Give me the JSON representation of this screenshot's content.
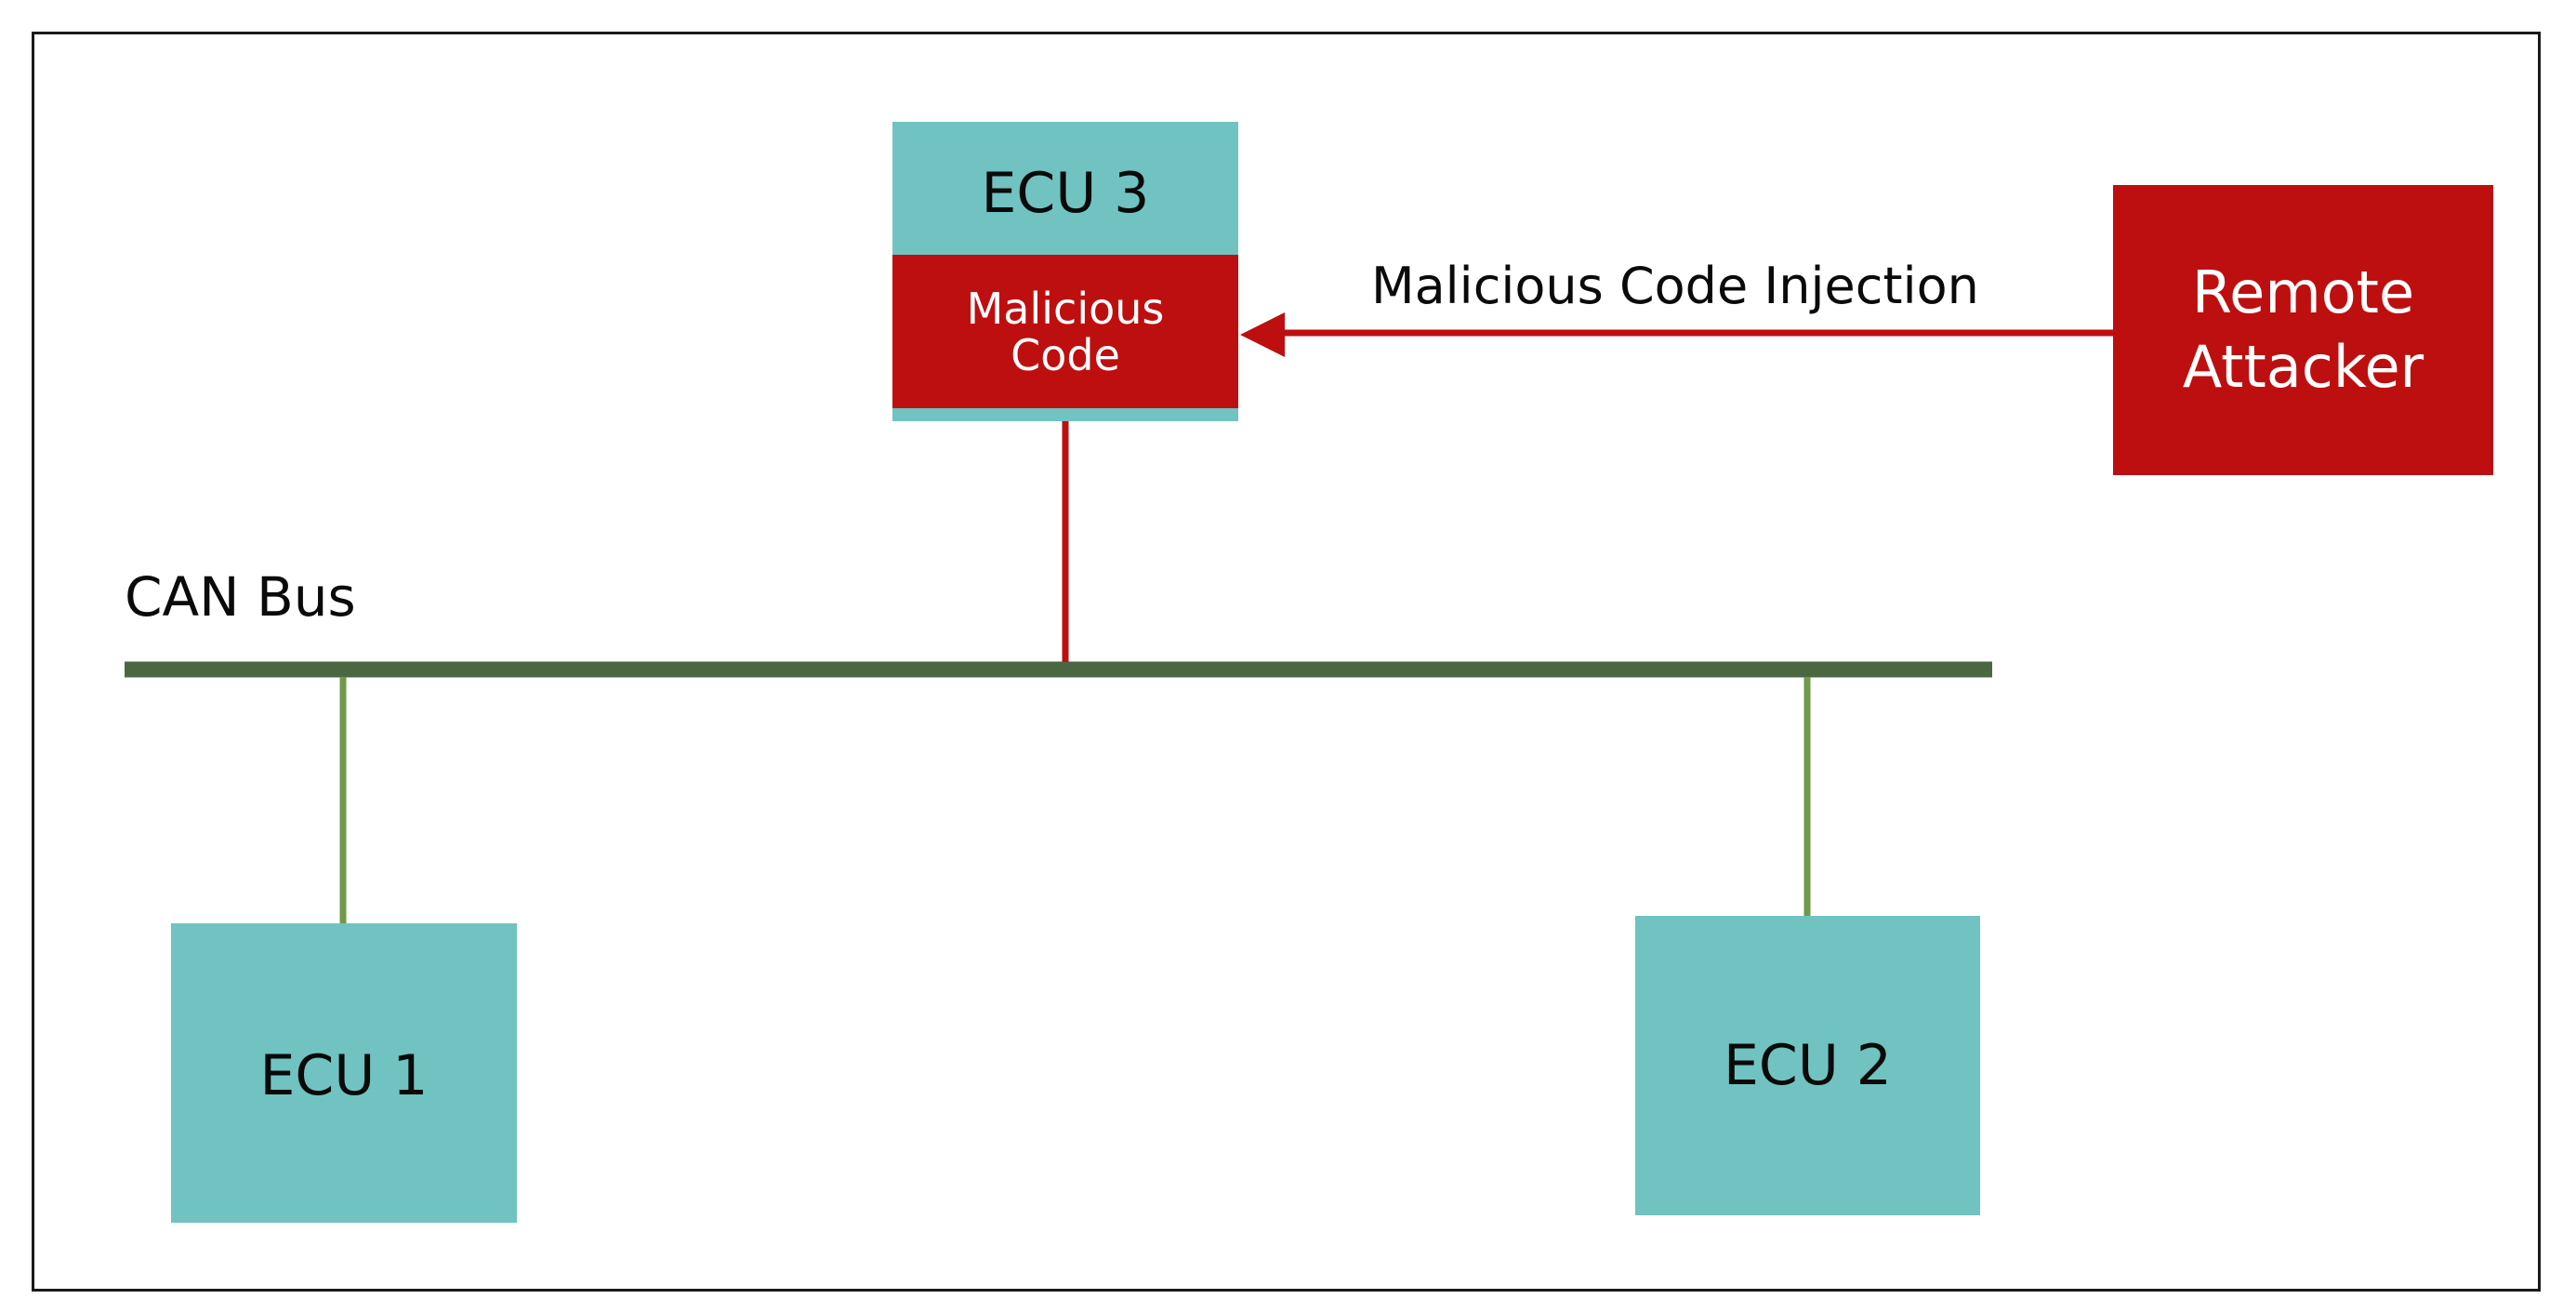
{
  "diagram": {
    "ecu3": {
      "label": "ECU 3",
      "malicious_line1": "Malicious",
      "malicious_line2": "Code"
    },
    "ecu1": {
      "label": "ECU 1"
    },
    "ecu2": {
      "label": "ECU 2"
    },
    "attacker": {
      "line1": "Remote",
      "line2": "Attacker"
    },
    "bus": {
      "label": "CAN Bus"
    },
    "arrow": {
      "label": "Malicious Code Injection"
    },
    "colors": {
      "ecu_fill": "#70c3c1",
      "attack_red": "#be0f10",
      "bus_green": "#4a6741",
      "stub_green": "#6e9a4a"
    }
  }
}
